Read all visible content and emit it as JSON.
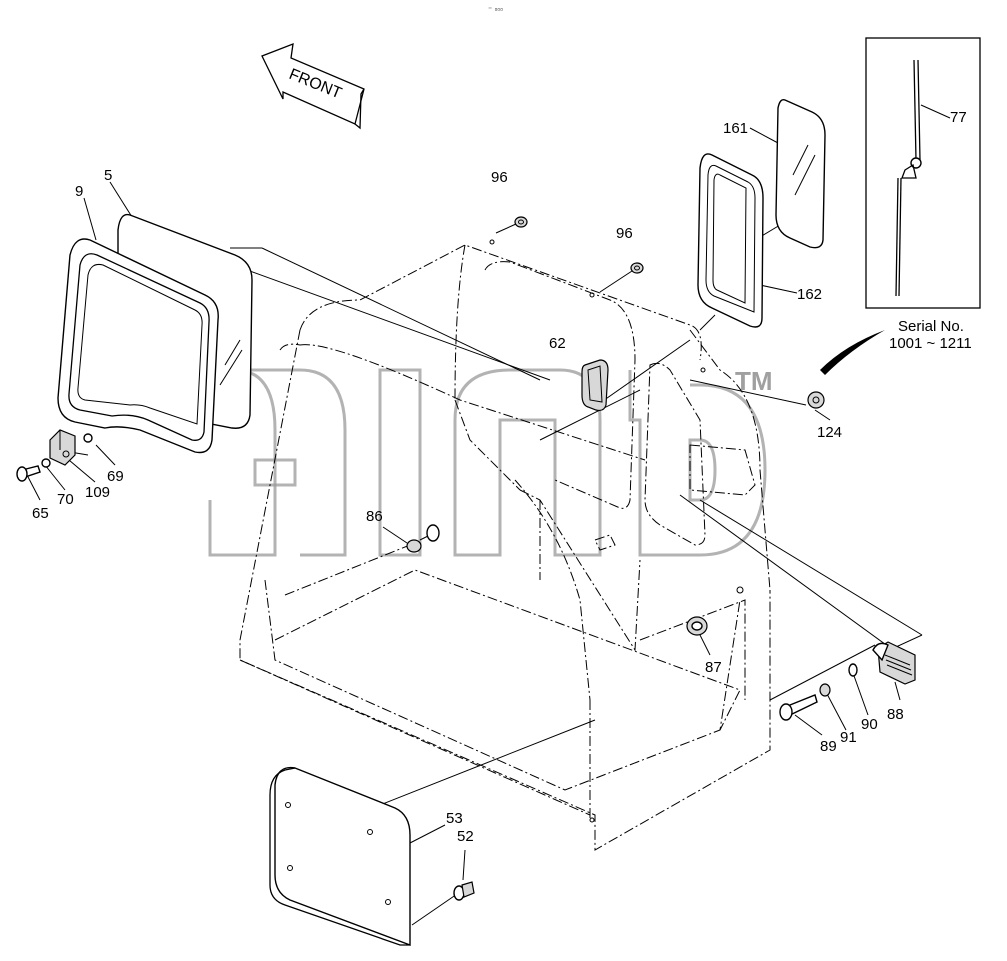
{
  "header": {
    "mark": "⁻ ▫▫▫"
  },
  "front_arrow": {
    "label": "FRONT"
  },
  "watermark": {
    "trademark": "TM"
  },
  "inset": {
    "serial_line1": "Serial No.",
    "serial_line2": "1001 ~ 1211"
  },
  "callouts": {
    "c5": "5",
    "c9": "9",
    "c96a": "96",
    "c96b": "96",
    "c161": "161",
    "c162": "162",
    "c77": "77",
    "c62": "62",
    "c124": "124",
    "c69": "69",
    "c109": "109",
    "c70": "70",
    "c65": "65",
    "c86": "86",
    "c87": "87",
    "c88": "88",
    "c90": "90",
    "c91": "91",
    "c89": "89",
    "c53": "53",
    "c52": "52"
  }
}
